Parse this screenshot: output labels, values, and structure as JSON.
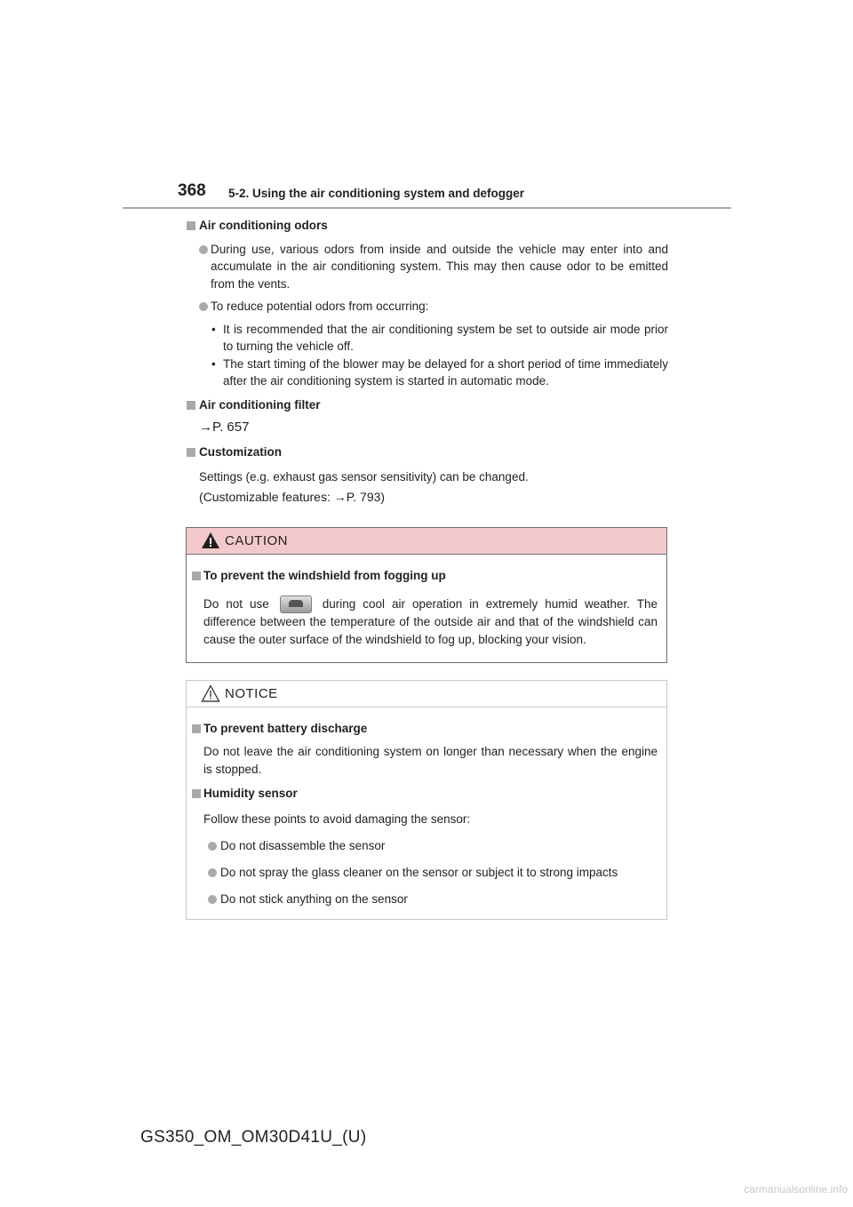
{
  "header": {
    "page_number": "368",
    "section_title": "5-2. Using the air conditioning system and defogger"
  },
  "sections": [
    {
      "title": "Air conditioning odors",
      "bullets": [
        "During use, various odors from inside and outside the vehicle may enter into and accumulate in the air conditioning system. This may then cause odor to be emitted from the vents.",
        "To reduce potential odors from occurring:"
      ],
      "sub_bullets": [
        "It is recommended that the air conditioning system be set to outside air mode prior to turning the vehicle off.",
        "The start timing of the blower may be delayed for a short period of time immediately after the air conditioning system is started in automatic mode."
      ]
    },
    {
      "title": "Air conditioning filter",
      "text": "→P. 657"
    },
    {
      "title": "Customization",
      "lines": [
        "Settings (e.g. exhaust gas sensor sensitivity) can be changed.",
        "(Customizable features: →P. 793)"
      ]
    }
  ],
  "caution": {
    "label": "CAUTION",
    "subtitle": "To prevent the windshield from fogging up",
    "text_before": "Do not use",
    "text_after": "during cool air operation in extremely humid weather. The difference between the temperature of the outside air and that of the windshield can cause the outer surface of the windshield to fog up, blocking your vision.",
    "button_icon": "front-defroster-button-icon"
  },
  "notice": {
    "label": "NOTICE",
    "items": [
      {
        "subtitle": "To prevent battery discharge",
        "text": "Do not leave the air conditioning system on longer than necessary when the engine is stopped."
      },
      {
        "subtitle": "Humidity sensor",
        "text": "Follow these points to avoid damaging the sensor:",
        "bullets": [
          "Do not disassemble the sensor",
          "Do not spray the glass cleaner on the sensor or subject it to strong impacts",
          "Do not stick anything on the sensor"
        ]
      }
    ]
  },
  "footer": {
    "code": "GS350_OM_OM30D41U_(U)",
    "watermark": "carmanualsonline.info"
  },
  "colors": {
    "caution_header": "#f3c9cb",
    "bullet_gray": "#a7a9ac",
    "caution_triangle": "#231f20"
  }
}
